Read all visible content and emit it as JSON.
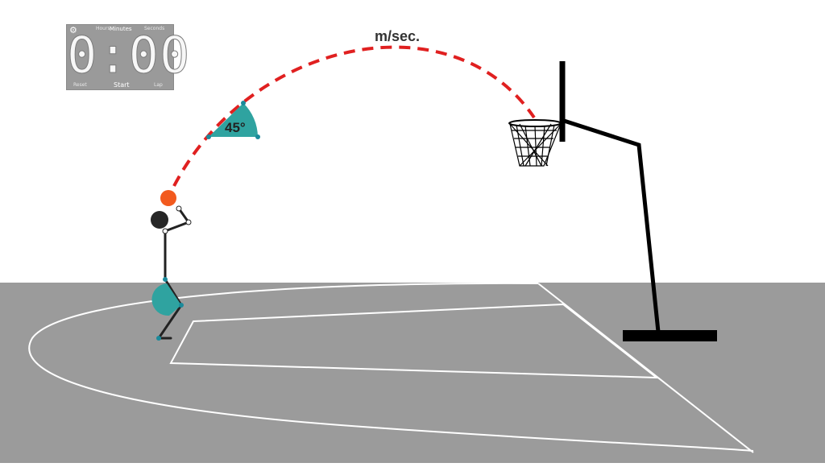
{
  "timer": {
    "gear_icon": "⚙",
    "hours_label": "Hours",
    "minutes_label": "Minutes",
    "seconds_label": "Seconds",
    "display": "0:00",
    "reset_label": "Reset",
    "start_label": "Start",
    "lap_label": "Lap"
  },
  "trajectory": {
    "speed_label": "m/sec.",
    "color": "#e02020"
  },
  "launch_angle": {
    "label": "45°",
    "color": "#2fa3a0"
  },
  "knee_angle": {
    "color": "#2fa3a0"
  },
  "colors": {
    "court": "#9b9b9b",
    "court_lines": "#ffffff",
    "ball": "#f25a1e",
    "player_head": "#262626",
    "joints": "#1a8a9b",
    "hoop_structure": "#000000"
  }
}
